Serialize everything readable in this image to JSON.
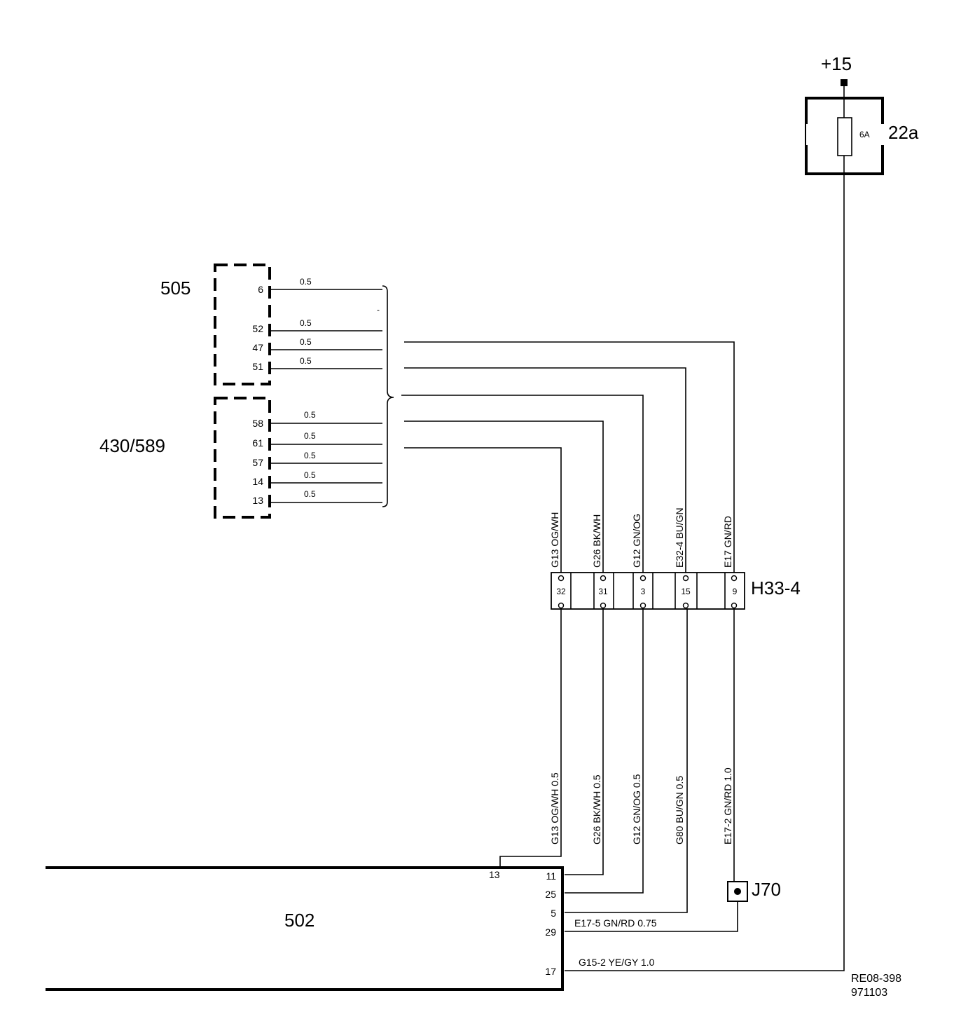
{
  "supply": {
    "label": "+15"
  },
  "fuse": {
    "id": "22a",
    "rating": "6A"
  },
  "comp505": {
    "id": "505",
    "pins": [
      "6",
      "52",
      "47",
      "51"
    ],
    "wires": [
      "0.5",
      "0.5",
      "0.5",
      "0.5"
    ],
    "dash_mark": "-"
  },
  "comp430": {
    "id": "430/589",
    "pins": [
      "58",
      "61",
      "57",
      "14",
      "13"
    ],
    "wires": [
      "0.5",
      "0.5",
      "0.5",
      "0.5",
      "0.5"
    ]
  },
  "connector": {
    "id": "H33-4",
    "pins": [
      "32",
      "31",
      "3",
      "15",
      "9"
    ],
    "upper_wires": [
      "G13  OG/WH",
      "G26  BK/WH",
      "G12  GN/OG",
      "E32-4   BU/GN",
      "E17  GN/RD"
    ],
    "lower_wires": [
      "G13  OG/WH  0.5",
      "G26  BK/WH  0.5",
      "G12  GN/OG  0.5",
      "G80  BU/GN  0.5",
      "E17-2   GN/RD  1.0"
    ]
  },
  "splice": {
    "id": "J70"
  },
  "unit502": {
    "id": "502",
    "pins": [
      "13",
      "11",
      "25",
      "5",
      "29",
      "17"
    ],
    "wire29": "E17-5   GN/RD  0.75",
    "wire17": "G15-2   YE/GY   1.0"
  },
  "ref": {
    "code": "RE08-398",
    "date": "971103"
  }
}
